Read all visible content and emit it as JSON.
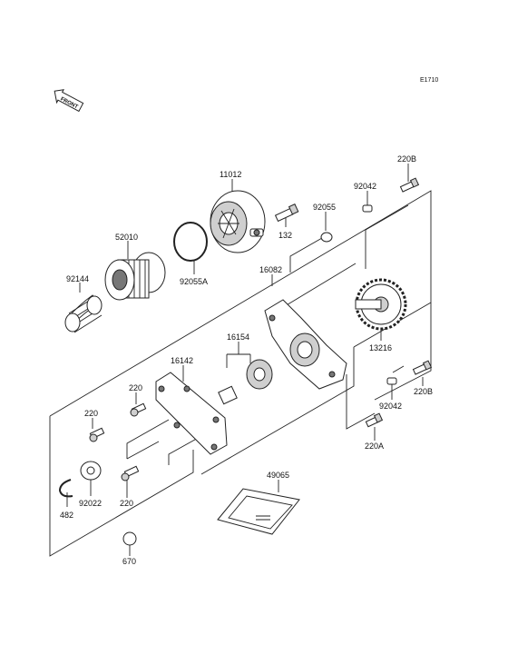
{
  "diagram_code": "E1710",
  "front_label": "FRONT",
  "parts": {
    "p11012": "11012",
    "p52010": "52010",
    "p92144": "92144",
    "p92055A": "92055A",
    "p132": "132",
    "p92055": "92055",
    "p92042_top": "92042",
    "p220B_top": "220B",
    "p16082": "16082",
    "p13216": "13216",
    "p16154": "16154",
    "p16142": "16142",
    "p220_a": "220",
    "p220_b": "220",
    "p220_c": "220",
    "p92042_bot": "92042",
    "p220B_bot": "220B",
    "p220A": "220A",
    "p92022": "92022",
    "p482": "482",
    "p49065": "49065",
    "p670": "670"
  }
}
